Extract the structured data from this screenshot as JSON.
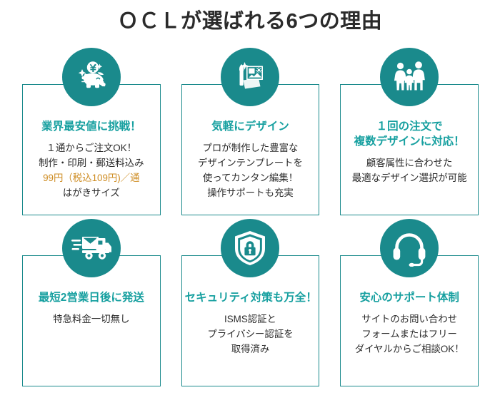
{
  "header": {
    "title": "ＯＣＬが選ばれる6つの理由"
  },
  "colors": {
    "teal_circle": "#1a8a8c",
    "teal_heading": "#17a0a0",
    "card_border": "#1a8a8c",
    "body_text": "#2b2b2b",
    "price_orange": "#ce8c22",
    "background": "#ffffff"
  },
  "cards": [
    {
      "icon": "piggy-bank-yen-icon",
      "heading_line1": "業界最安値に挑戦！",
      "heading_line2": "",
      "lines": [
        {
          "text": "１通からご注文OK！",
          "style": "normal"
        },
        {
          "text": "制作・印刷・郵送料込み",
          "style": "normal"
        },
        {
          "text": "99円（税込109円)／通",
          "style": "price"
        },
        {
          "text": "はがきサイズ",
          "style": "normal"
        }
      ]
    },
    {
      "icon": "paintbrush-design-template-icon",
      "heading_line1": "気軽にデザイン",
      "heading_line2": "",
      "lines": [
        {
          "text": "プロが制作した豊富な",
          "style": "normal"
        },
        {
          "text": "デザインテンプレートを",
          "style": "normal"
        },
        {
          "text": "使ってカンタン編集！",
          "style": "normal"
        },
        {
          "text": "操作サポートも充実",
          "style": "normal"
        }
      ]
    },
    {
      "icon": "family-three-people-icon",
      "heading_line1": "１回の注文で",
      "heading_line2": "複数デザインに対応！",
      "lines": [
        {
          "text": "顧客属性に合わせた",
          "style": "normal"
        },
        {
          "text": "最適なデザイン選択が可能",
          "style": "normal"
        }
      ]
    },
    {
      "icon": "delivery-truck-mail-icon",
      "heading_line1": "最短2営業日後に発送",
      "heading_line2": "",
      "lines": [
        {
          "text": "特急料金一切無し",
          "style": "normal"
        }
      ]
    },
    {
      "icon": "shield-lock-icon",
      "heading_line1": "セキュリティ対策も万全！",
      "heading_line2": "",
      "lines": [
        {
          "text": "ISMS認証と",
          "style": "normal"
        },
        {
          "text": "プライバシー認証を",
          "style": "normal"
        },
        {
          "text": "取得済み",
          "style": "normal"
        }
      ]
    },
    {
      "icon": "headset-support-icon",
      "heading_line1": "安心のサポート体制",
      "heading_line2": "",
      "lines": [
        {
          "text": "サイトのお問い合わせ",
          "style": "normal"
        },
        {
          "text": "フォームまたはフリー",
          "style": "normal"
        },
        {
          "text": "ダイヤルからご相談OK！",
          "style": "normal"
        }
      ]
    }
  ]
}
